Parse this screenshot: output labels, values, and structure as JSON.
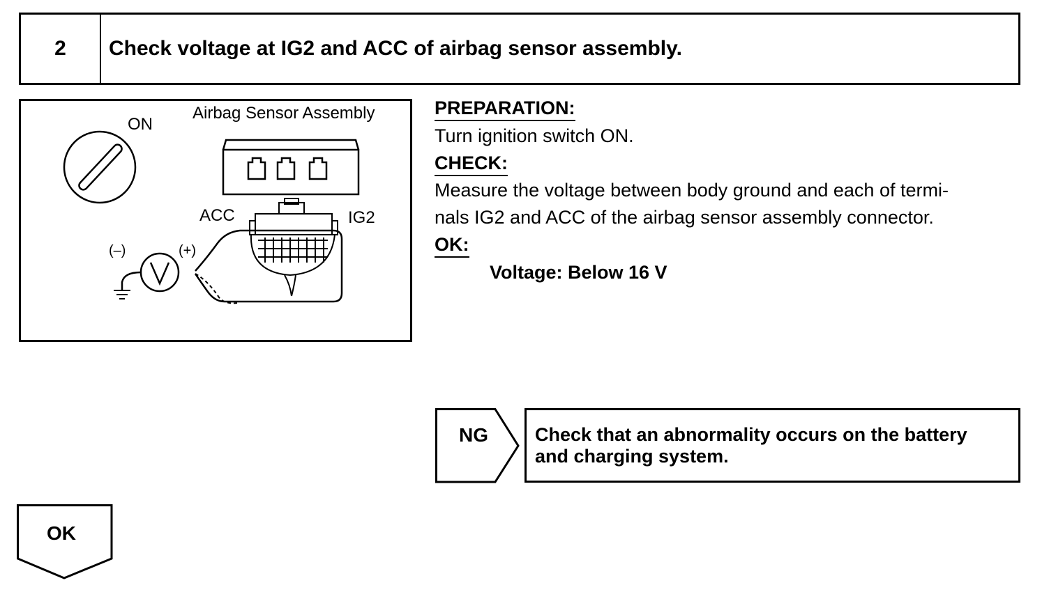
{
  "step": {
    "number": "2",
    "title": "Check voltage at IG2 and ACC of airbag sensor assembly."
  },
  "figure": {
    "label_on": "ON",
    "label_assembly": "Airbag Sensor Assembly",
    "label_acc": "ACC",
    "label_ig2": "IG2",
    "label_minus": "(–)",
    "label_plus": "(+)",
    "icons": [
      "ignition-key-icon",
      "voltmeter-icon",
      "ground-icon",
      "connector-icon"
    ]
  },
  "instructions": {
    "preparation_heading": "PREPARATION:",
    "preparation_text": "Turn ignition switch ON.",
    "check_heading": "CHECK:",
    "check_line1": "Measure the voltage between body ground and each of termi-",
    "check_line2": "nals IG2 and ACC of the airbag sensor assembly connector.",
    "ok_heading": "OK:",
    "ok_spec": "Voltage: Below 16 V"
  },
  "branch_ng": {
    "label": "NG",
    "result_line1": "Check that an abnormality occurs on the battery",
    "result_line2": "and charging system."
  },
  "branch_ok": {
    "label": "OK"
  }
}
